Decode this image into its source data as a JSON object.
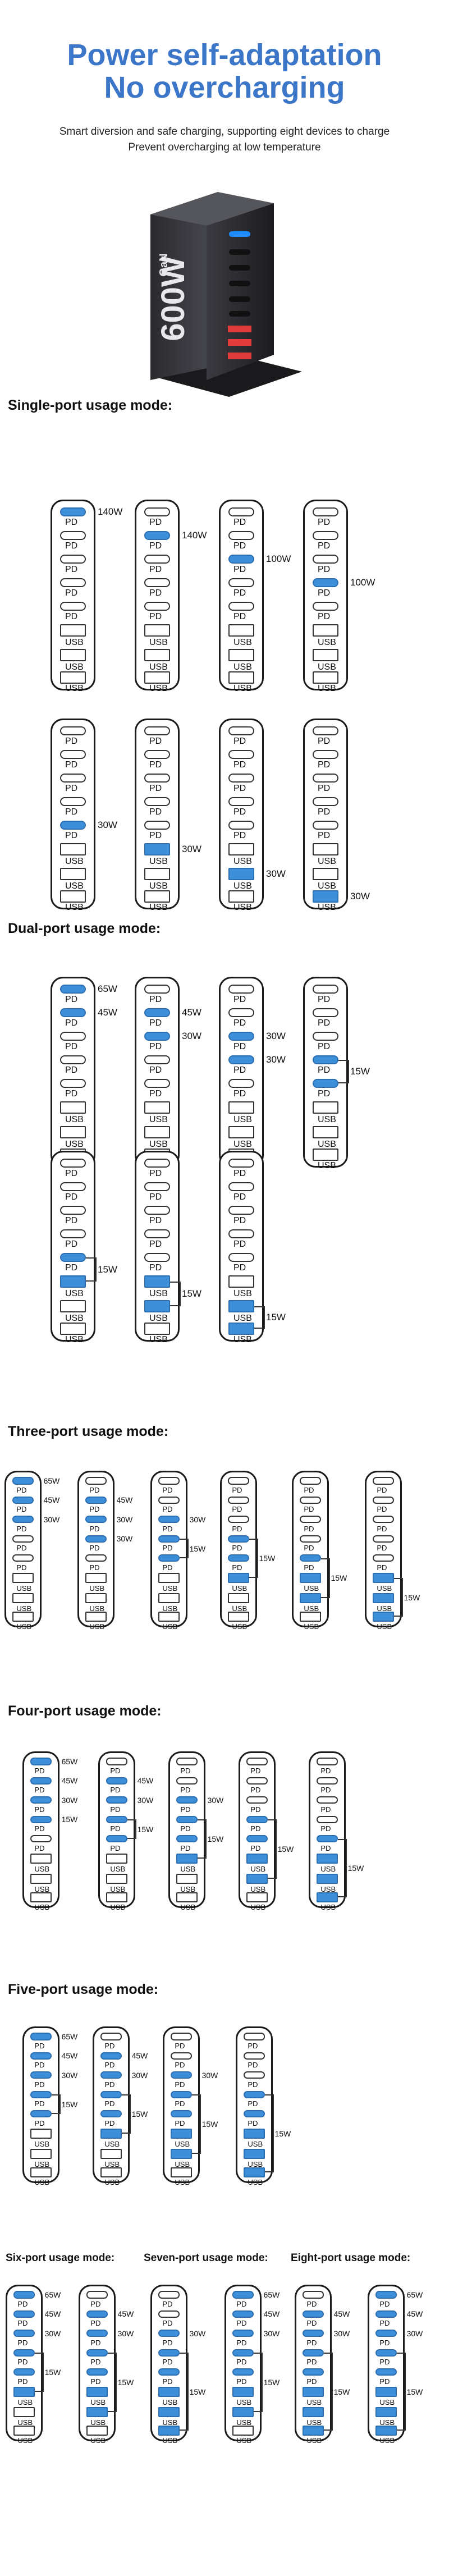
{
  "header": {
    "title_line1": "Power self-adaptation",
    "title_line2": "No overcharging",
    "subtitle_line1": "Smart diversion and safe charging, supporting eight devices to charge",
    "subtitle_line2": "Prevent overcharging at low temperature"
  },
  "product": {
    "logo_text": "600W",
    "gan_text": "GaN"
  },
  "sections": {
    "single": "Single-port usage mode:",
    "dual": "Dual-port usage mode:",
    "three": "Three-port usage mode:",
    "four": "Four-port usage mode:",
    "five": "Five-port usage mode:",
    "six": "Six-port usage mode:",
    "seven": "Seven-port usage mode:",
    "eight": "Eight-port usage mode:"
  },
  "port_labels": {
    "pd": "PD",
    "usb": "USB"
  },
  "watts": {
    "w140": "140W",
    "w100": "100W",
    "w30": "30W",
    "w65": "65W",
    "w45": "45W",
    "w15": "15W"
  },
  "colors": {
    "title": "#3b76c9",
    "highlight": "#3e8fd9"
  }
}
